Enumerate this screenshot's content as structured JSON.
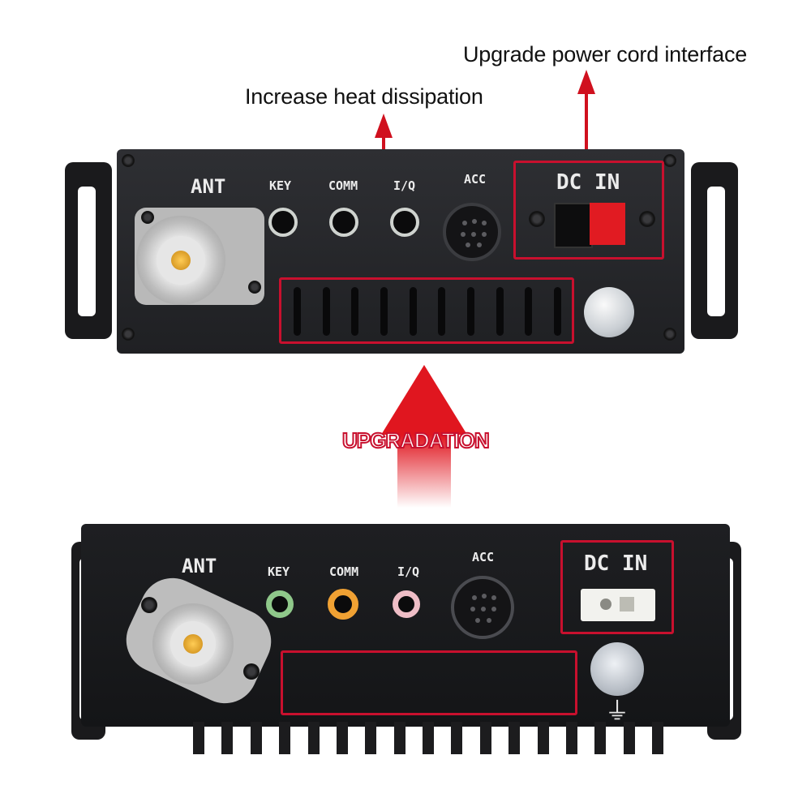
{
  "annotations": {
    "power_cord": "Upgrade power cord interface",
    "heat": "Increase heat dissipation",
    "upgrade_banner": "UPGRADATION"
  },
  "new_panel": {
    "labels": {
      "ant": "ANT",
      "key": "KEY",
      "comm": "COMM",
      "iq": "I/Q",
      "acc": "ACC",
      "dc_in": "DC IN"
    },
    "dc_connector": "Anderson Powerpole (red/black)",
    "vent_slots": 10
  },
  "old_panel": {
    "labels": {
      "ant": "ANT",
      "key": "KEY",
      "comm": "COMM",
      "iq": "I/Q",
      "acc": "ACC",
      "dc_in": "DC IN"
    },
    "jack_colors": {
      "key": "#8fc88a",
      "comm": "#f0a133",
      "iq": "#eebdc6"
    },
    "ground_symbol": "⏚"
  },
  "colors": {
    "accent_red": "#c8102e",
    "panel": "#26272a"
  }
}
